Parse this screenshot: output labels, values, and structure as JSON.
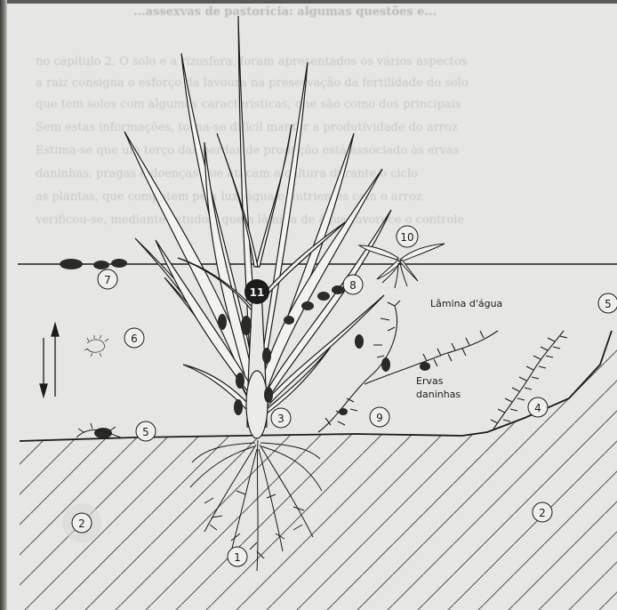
{
  "header_fragment": "...assexvas de pastorícia: algumas questões e...",
  "bleed_lines": [
    "no capítulo 2, O solo e a rizosfera, foram apresentados os vários aspectos",
    "a raiz consigna o esforço da lavoura na preservação da fertilidade do solo",
    "que tem solos com algumas características, que são como dos principais",
    "Sem estas informações, torna-se difícil manter a produtividade do arroz",
    "Estima-se que um terço das perdas de produção está associado às ervas",
    "daninhas, pragas e doenças que atacam a cultura durante o ciclo",
    "as plantas, que competem pela luz, água e nutrientes com o arroz",
    "verificou-se, mediante estudos, que a lâmina de água favorece o controle"
  ],
  "labels": {
    "water_surface": "Lâmina d'água",
    "weeds_line1": "Ervas",
    "weeds_line2": "daninhas"
  },
  "markers": [
    "1",
    "2",
    "2",
    "3",
    "4",
    "5",
    "5",
    "6",
    "7",
    "8",
    "9",
    "10",
    "11"
  ],
  "colors": {
    "paper": "#e6e6e4",
    "ink": "#1c1c1c",
    "hatch": "#5a5a58"
  }
}
